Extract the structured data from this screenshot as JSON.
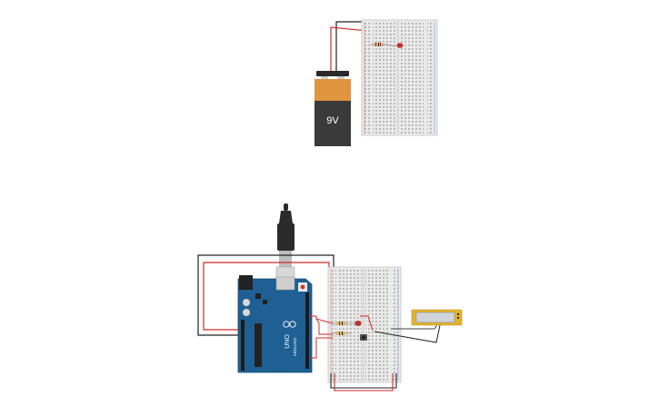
{
  "battery": {
    "label": "9V"
  },
  "arduino": {
    "logo": "UNO",
    "brand": "ARDUINO"
  },
  "colors": {
    "wire_red": "#d12a2a",
    "wire_black": "#222222",
    "board_blue": "#1f5f93",
    "breadboard": "#e9e9e9",
    "battery_orange": "#e0953f",
    "battery_dark": "#3a3a3a",
    "led_red": "#c0302f",
    "sensor_gold": "#e3b52e"
  },
  "icons": [
    "battery-9v",
    "breadboard",
    "arduino-uno",
    "usb-cable",
    "led",
    "resistor",
    "push-button",
    "sensor-module"
  ]
}
